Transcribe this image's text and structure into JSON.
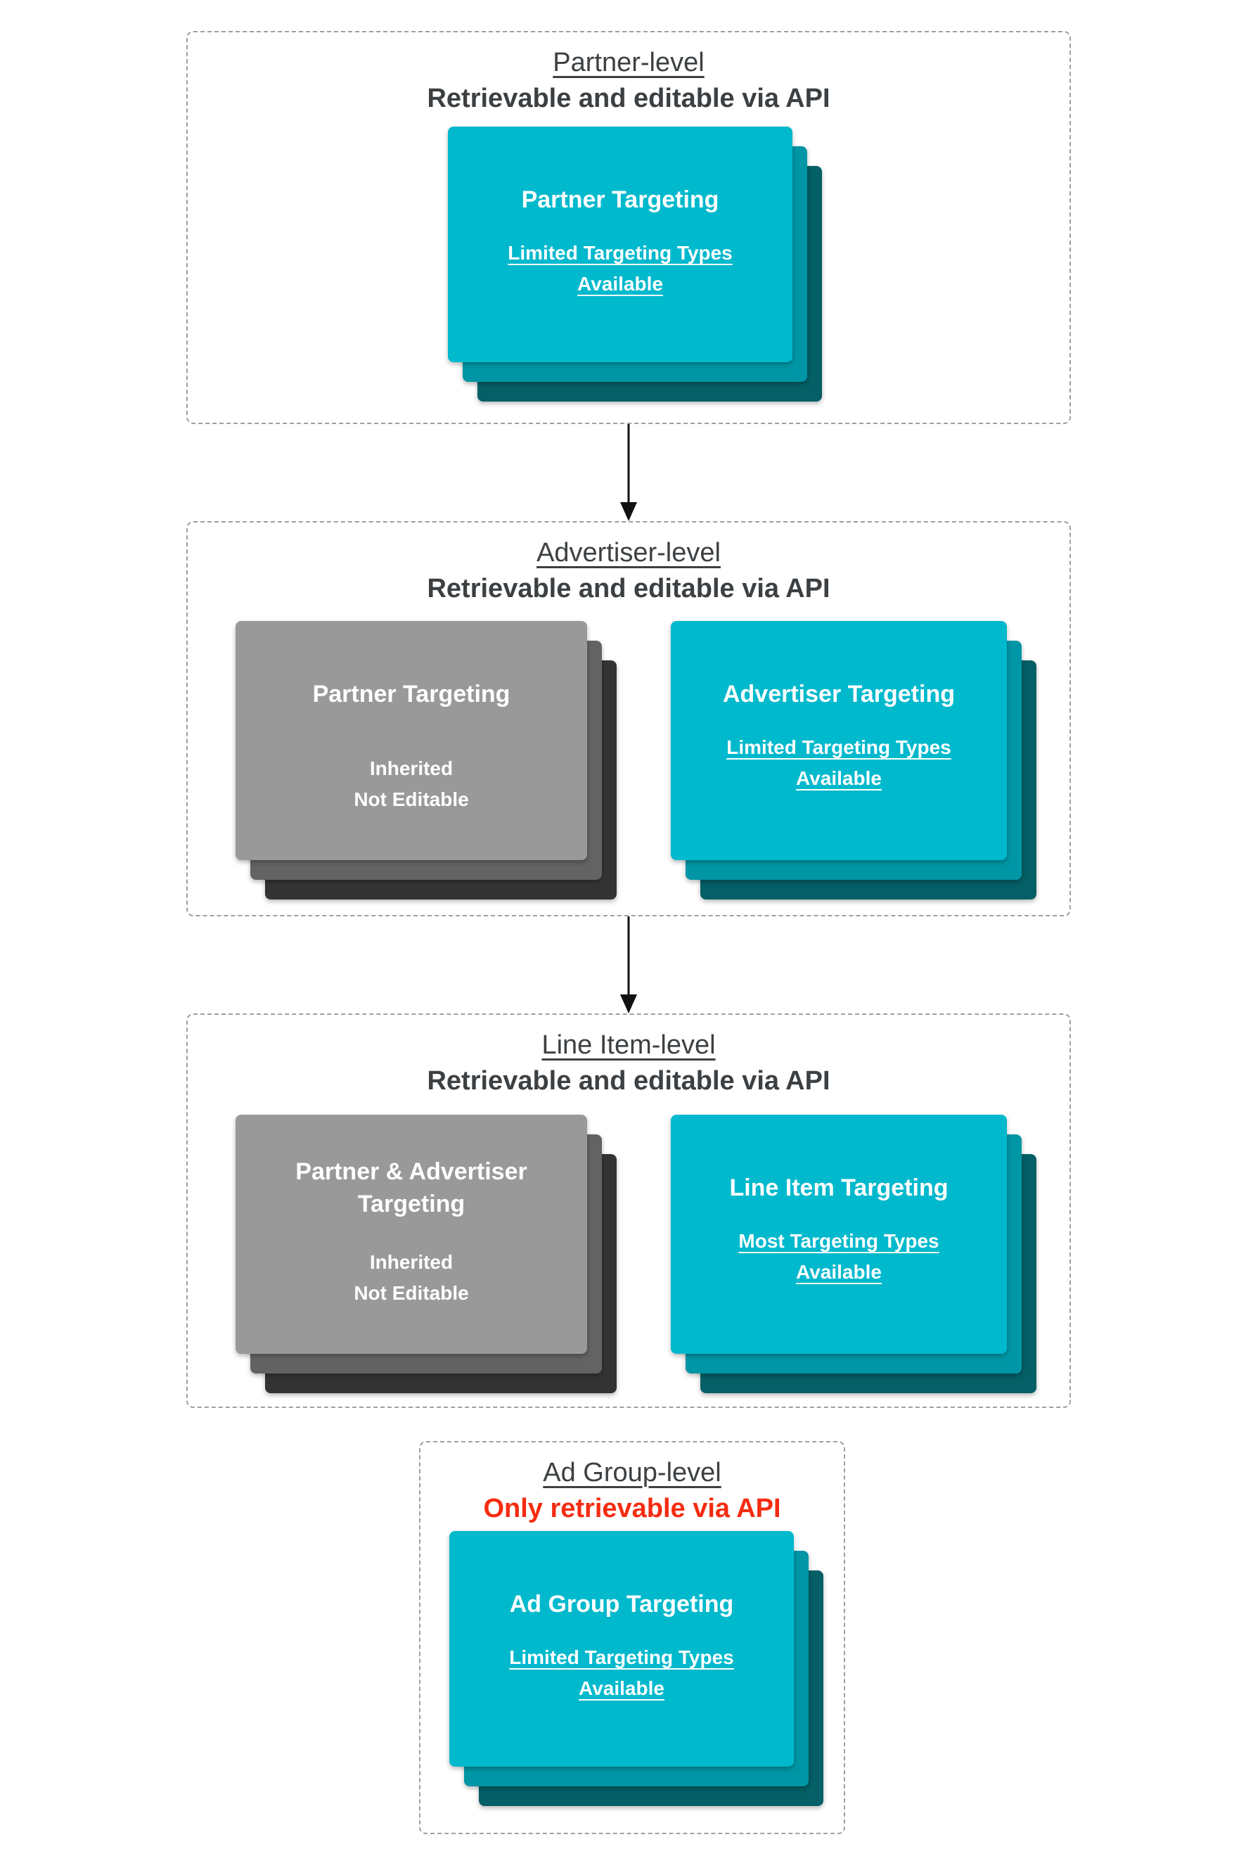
{
  "diagram": {
    "background": "#ffffff",
    "heading_color": "#3c4043",
    "alert_color": "#f52c11",
    "arrow_color": "#111111",
    "panel_border_color": "#9aa0a6",
    "card_colors": {
      "teal_front": "#00b9cd",
      "teal_mid": "#0096a5",
      "teal_back": "#045f66",
      "gray_front": "#999999",
      "gray_mid": "#636363",
      "gray_back": "#333333"
    }
  },
  "sections": [
    {
      "title": "Partner-level",
      "subtitle": "Retrievable and editable via API",
      "cards": [
        {
          "variant": "teal",
          "title": "Partner Targeting",
          "line1": "Limited Targeting Types",
          "line2": "Available",
          "underlined": true
        }
      ]
    },
    {
      "title": "Advertiser-level",
      "subtitle": "Retrievable and editable via API",
      "cards": [
        {
          "variant": "gray",
          "title": "Partner Targeting",
          "line1": "Inherited",
          "line2": "Not Editable",
          "underlined": false
        },
        {
          "variant": "teal",
          "title": "Advertiser Targeting",
          "line1": "Limited Targeting Types",
          "line2": "Available",
          "underlined": true
        }
      ]
    },
    {
      "title": "Line Item-level",
      "subtitle": "Retrievable and editable via API",
      "cards": [
        {
          "variant": "gray",
          "title": "Partner & Advertiser Targeting",
          "line1": "Inherited",
          "line2": "Not Editable",
          "underlined": false
        },
        {
          "variant": "teal",
          "title": "Line Item Targeting",
          "line1": "Most Targeting Types",
          "line2": "Available",
          "underlined": true
        }
      ]
    },
    {
      "title": "Ad Group-level",
      "subtitle": "Only retrievable via API",
      "cards": [
        {
          "variant": "teal",
          "title": "Ad Group Targeting",
          "line1": "Limited Targeting Types",
          "line2": "Available",
          "underlined": true
        }
      ]
    }
  ]
}
